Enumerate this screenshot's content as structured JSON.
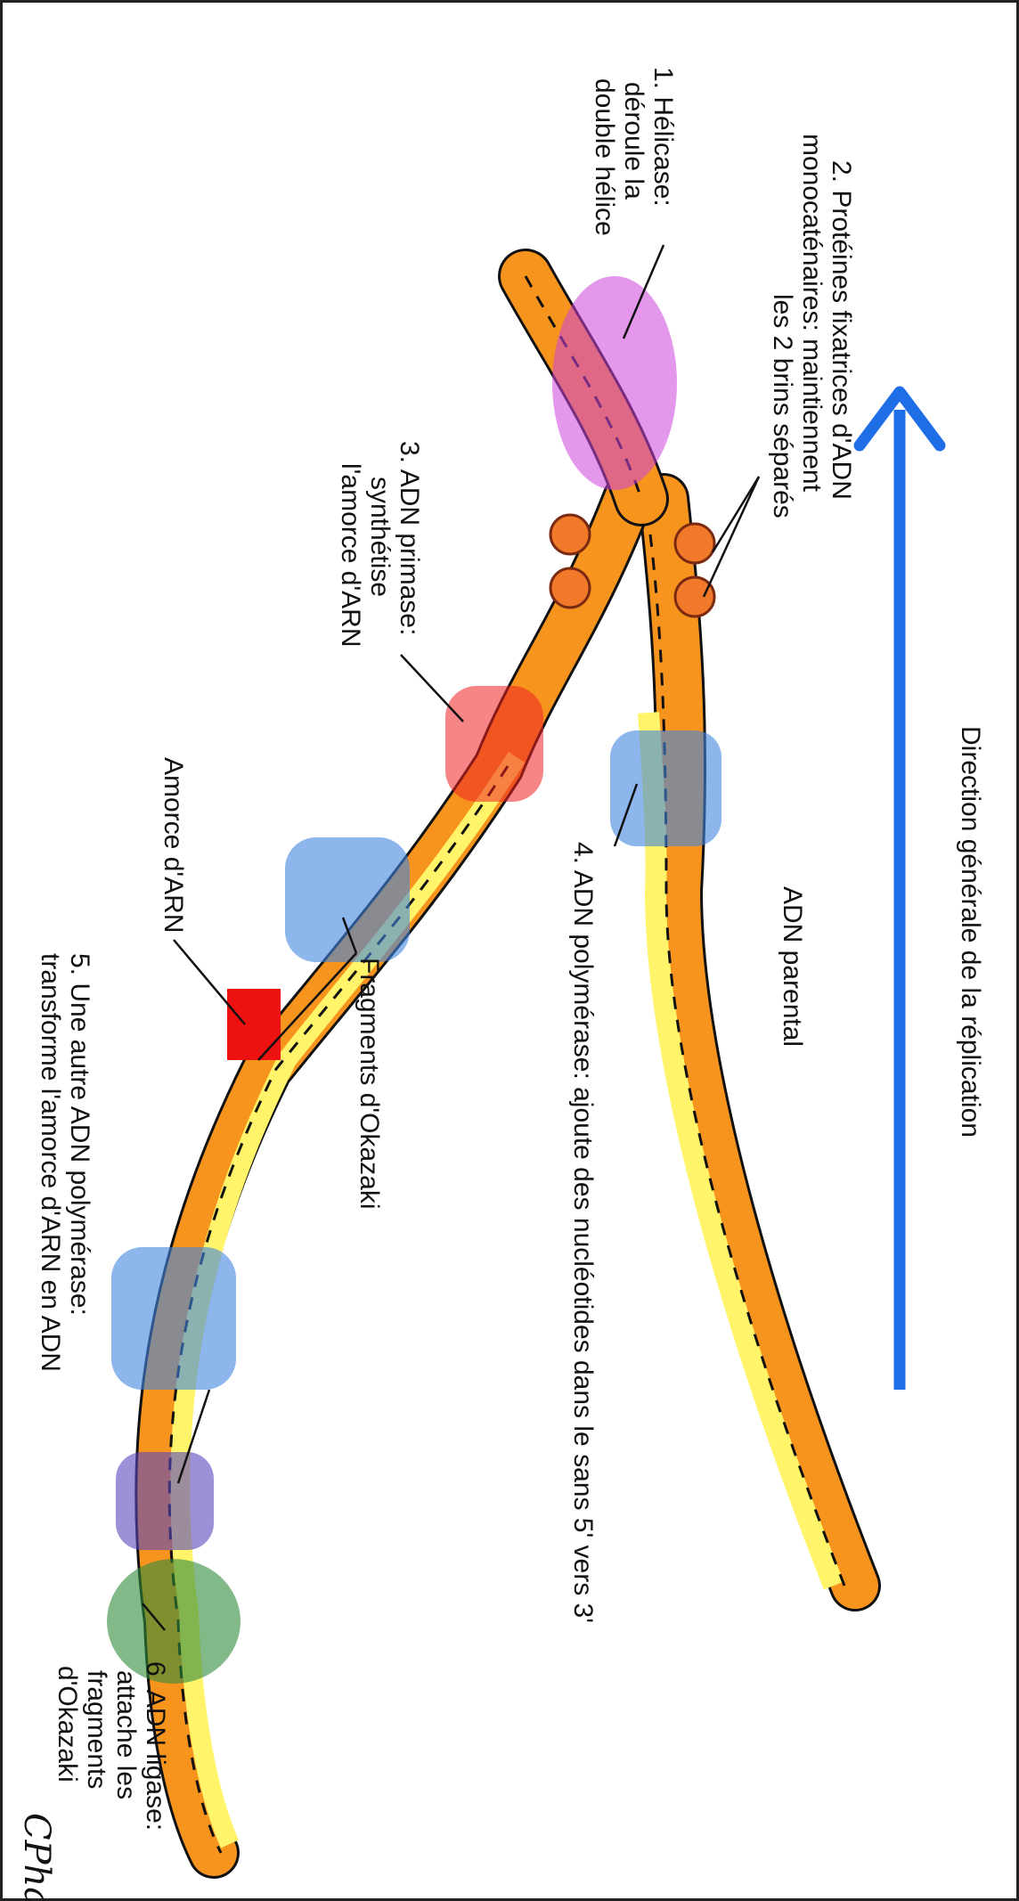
{
  "labels": {
    "direction": "Direction générale de la réplication",
    "parental": "ADN parental",
    "helicase": [
      "1. Hélicase:",
      "déroule la",
      "double hélice"
    ],
    "ssb": [
      "2. Protéines fixatrices d'ADN",
      "monocaténaires: maintiennent",
      "les 2 brins séparés"
    ],
    "primase": [
      "3. ADN primase:",
      "synthétise",
      "l'amorce d'ARN"
    ],
    "polymerase": "4. ADN polymérase: ajoute des nucléotides dans le sans 5' vers 3'",
    "rna_primer": "Amorce d'ARN",
    "okazaki": "Fragments d'Okazaki",
    "pol_other": [
      "5. Une autre ADN polymérase:",
      "transforme l'amorce d'ARN en ADN"
    ],
    "ligase": [
      "6. ADN ligase:",
      "attache les",
      "fragments",
      "d'Okazaki"
    ],
    "signature": "CPhap"
  },
  "colors": {
    "arrow": "#1e6ee8",
    "parent_strand": "#f7941d",
    "new_strand": "#fff46a",
    "helicase": "#cc44dd",
    "primase": "#ee2222",
    "polymerase": "#3f86e0",
    "pol_other": "#5a48c0",
    "ligase": "#2e8b3a"
  }
}
